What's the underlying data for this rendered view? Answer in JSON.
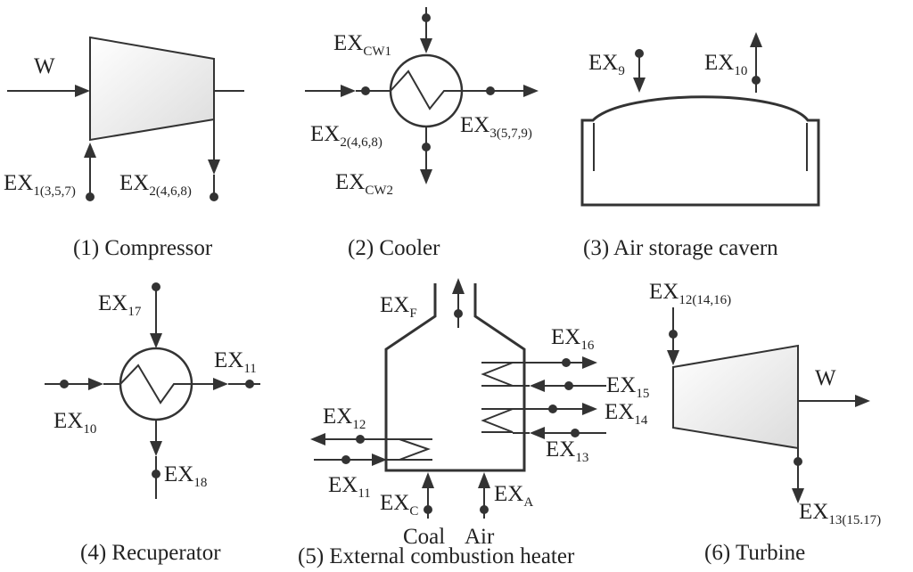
{
  "captions": {
    "compressor": "(1) Compressor",
    "cooler": "(2) Cooler",
    "cavern": "(3) Air storage cavern",
    "recuperator": "(4) Recuperator",
    "heater": "(5) External combustion heater",
    "turbine": "(6) Turbine"
  },
  "labels": {
    "comp_w": "W",
    "comp_in": {
      "base": "EX",
      "sub": "1(3,5,7)"
    },
    "comp_out": {
      "base": "EX",
      "sub": "2(4,6,8)"
    },
    "cool_cw1": {
      "base": "EX",
      "sub": "CW1"
    },
    "cool_in": {
      "base": "EX",
      "sub": "2(4,6,8)"
    },
    "cool_out": {
      "base": "EX",
      "sub": "3(5,7,9)"
    },
    "cool_cw2": {
      "base": "EX",
      "sub": "CW2"
    },
    "cav_in": {
      "base": "EX",
      "sub": "9"
    },
    "cav_out": {
      "base": "EX",
      "sub": "10"
    },
    "rec_top": {
      "base": "EX",
      "sub": "17"
    },
    "rec_out": {
      "base": "EX",
      "sub": "11"
    },
    "rec_in": {
      "base": "EX",
      "sub": "10"
    },
    "rec_bot": {
      "base": "EX",
      "sub": "18"
    },
    "heat_f": {
      "base": "EX",
      "sub": "F"
    },
    "heat_16": {
      "base": "EX",
      "sub": "16"
    },
    "heat_15": {
      "base": "EX",
      "sub": "15"
    },
    "heat_14": {
      "base": "EX",
      "sub": "14"
    },
    "heat_13": {
      "base": "EX",
      "sub": "13"
    },
    "heat_12": {
      "base": "EX",
      "sub": "12"
    },
    "heat_11": {
      "base": "EX",
      "sub": "11"
    },
    "heat_c": {
      "base": "EX",
      "sub": "C"
    },
    "heat_a": {
      "base": "EX",
      "sub": "A"
    },
    "coal": "Coal",
    "air": "Air",
    "turb_in": {
      "base": "EX",
      "sub": "12(14,16)"
    },
    "turb_w": "W",
    "turb_out": {
      "base": "EX",
      "sub": "13(15.17)"
    }
  }
}
